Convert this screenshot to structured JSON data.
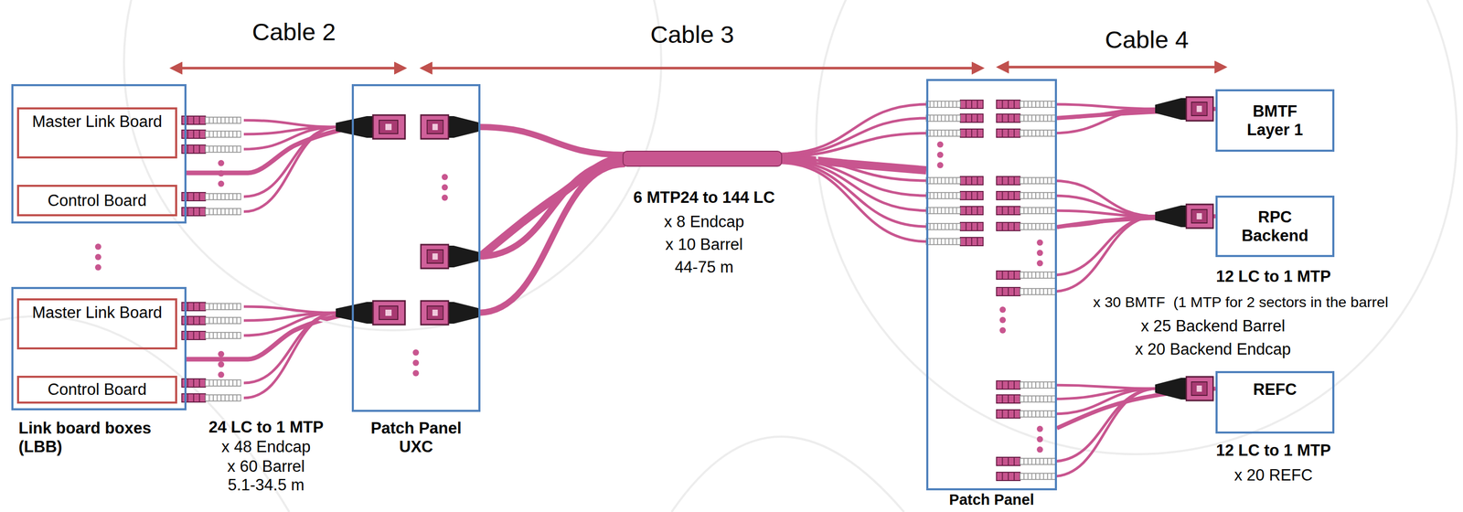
{
  "diagram": {
    "nodes": [
      {
        "text": []
      },
      {
        "text": [
          "Master Link Board"
        ],
        "in": 0
      },
      {
        "text": [
          "Control Board"
        ],
        "in": 0
      },
      {
        "text": [
          "Link board boxes (LBB)"
        ]
      },
      {
        "text": [
          "Master Link Board"
        ],
        "in": 3
      },
      {
        "text": [
          "Control Board"
        ],
        "in": 3
      },
      {
        "text": [
          "Patch Panel UXC"
        ]
      },
      {
        "text": [
          "Patch Panel"
        ]
      },
      {
        "text": [
          "BMTF Layer 1"
        ]
      },
      {
        "text": [
          "RPC Backend"
        ]
      },
      {
        "text": [
          "REFC"
        ]
      }
    ],
    "edges": [
      {
        "from": 0,
        "to": 6,
        "arrow": "none"
      },
      {
        "from": 3,
        "to": 6,
        "arrow": "none"
      },
      {
        "from": 6,
        "to": 7,
        "arrow": "none"
      },
      {
        "from": 7,
        "to": 8,
        "arrow": "none"
      },
      {
        "from": 7,
        "to": 9,
        "arrow": "none"
      },
      {
        "from": 7,
        "to": 10,
        "arrow": "none"
      }
    ],
    "labels": [
      "Cable 2",
      "Cable 3",
      "Cable 4",
      "24 LC to 1 MTP",
      "x 48 Endcap",
      "x 60 Barrel",
      "5.1-34.5 m",
      "6 MTP24 to 144 LC",
      "x 8 Endcap",
      "x 10 Barrel",
      "44-75 m",
      "12 LC to 1 MTP",
      "x 30 BMTF  (1 MTP for 2 sectors in the barrel",
      "x 25 Backend Barrel",
      "x 20 Backend Endcap",
      "12 LC to 1 MTP",
      "x 20 REFC"
    ]
  }
}
